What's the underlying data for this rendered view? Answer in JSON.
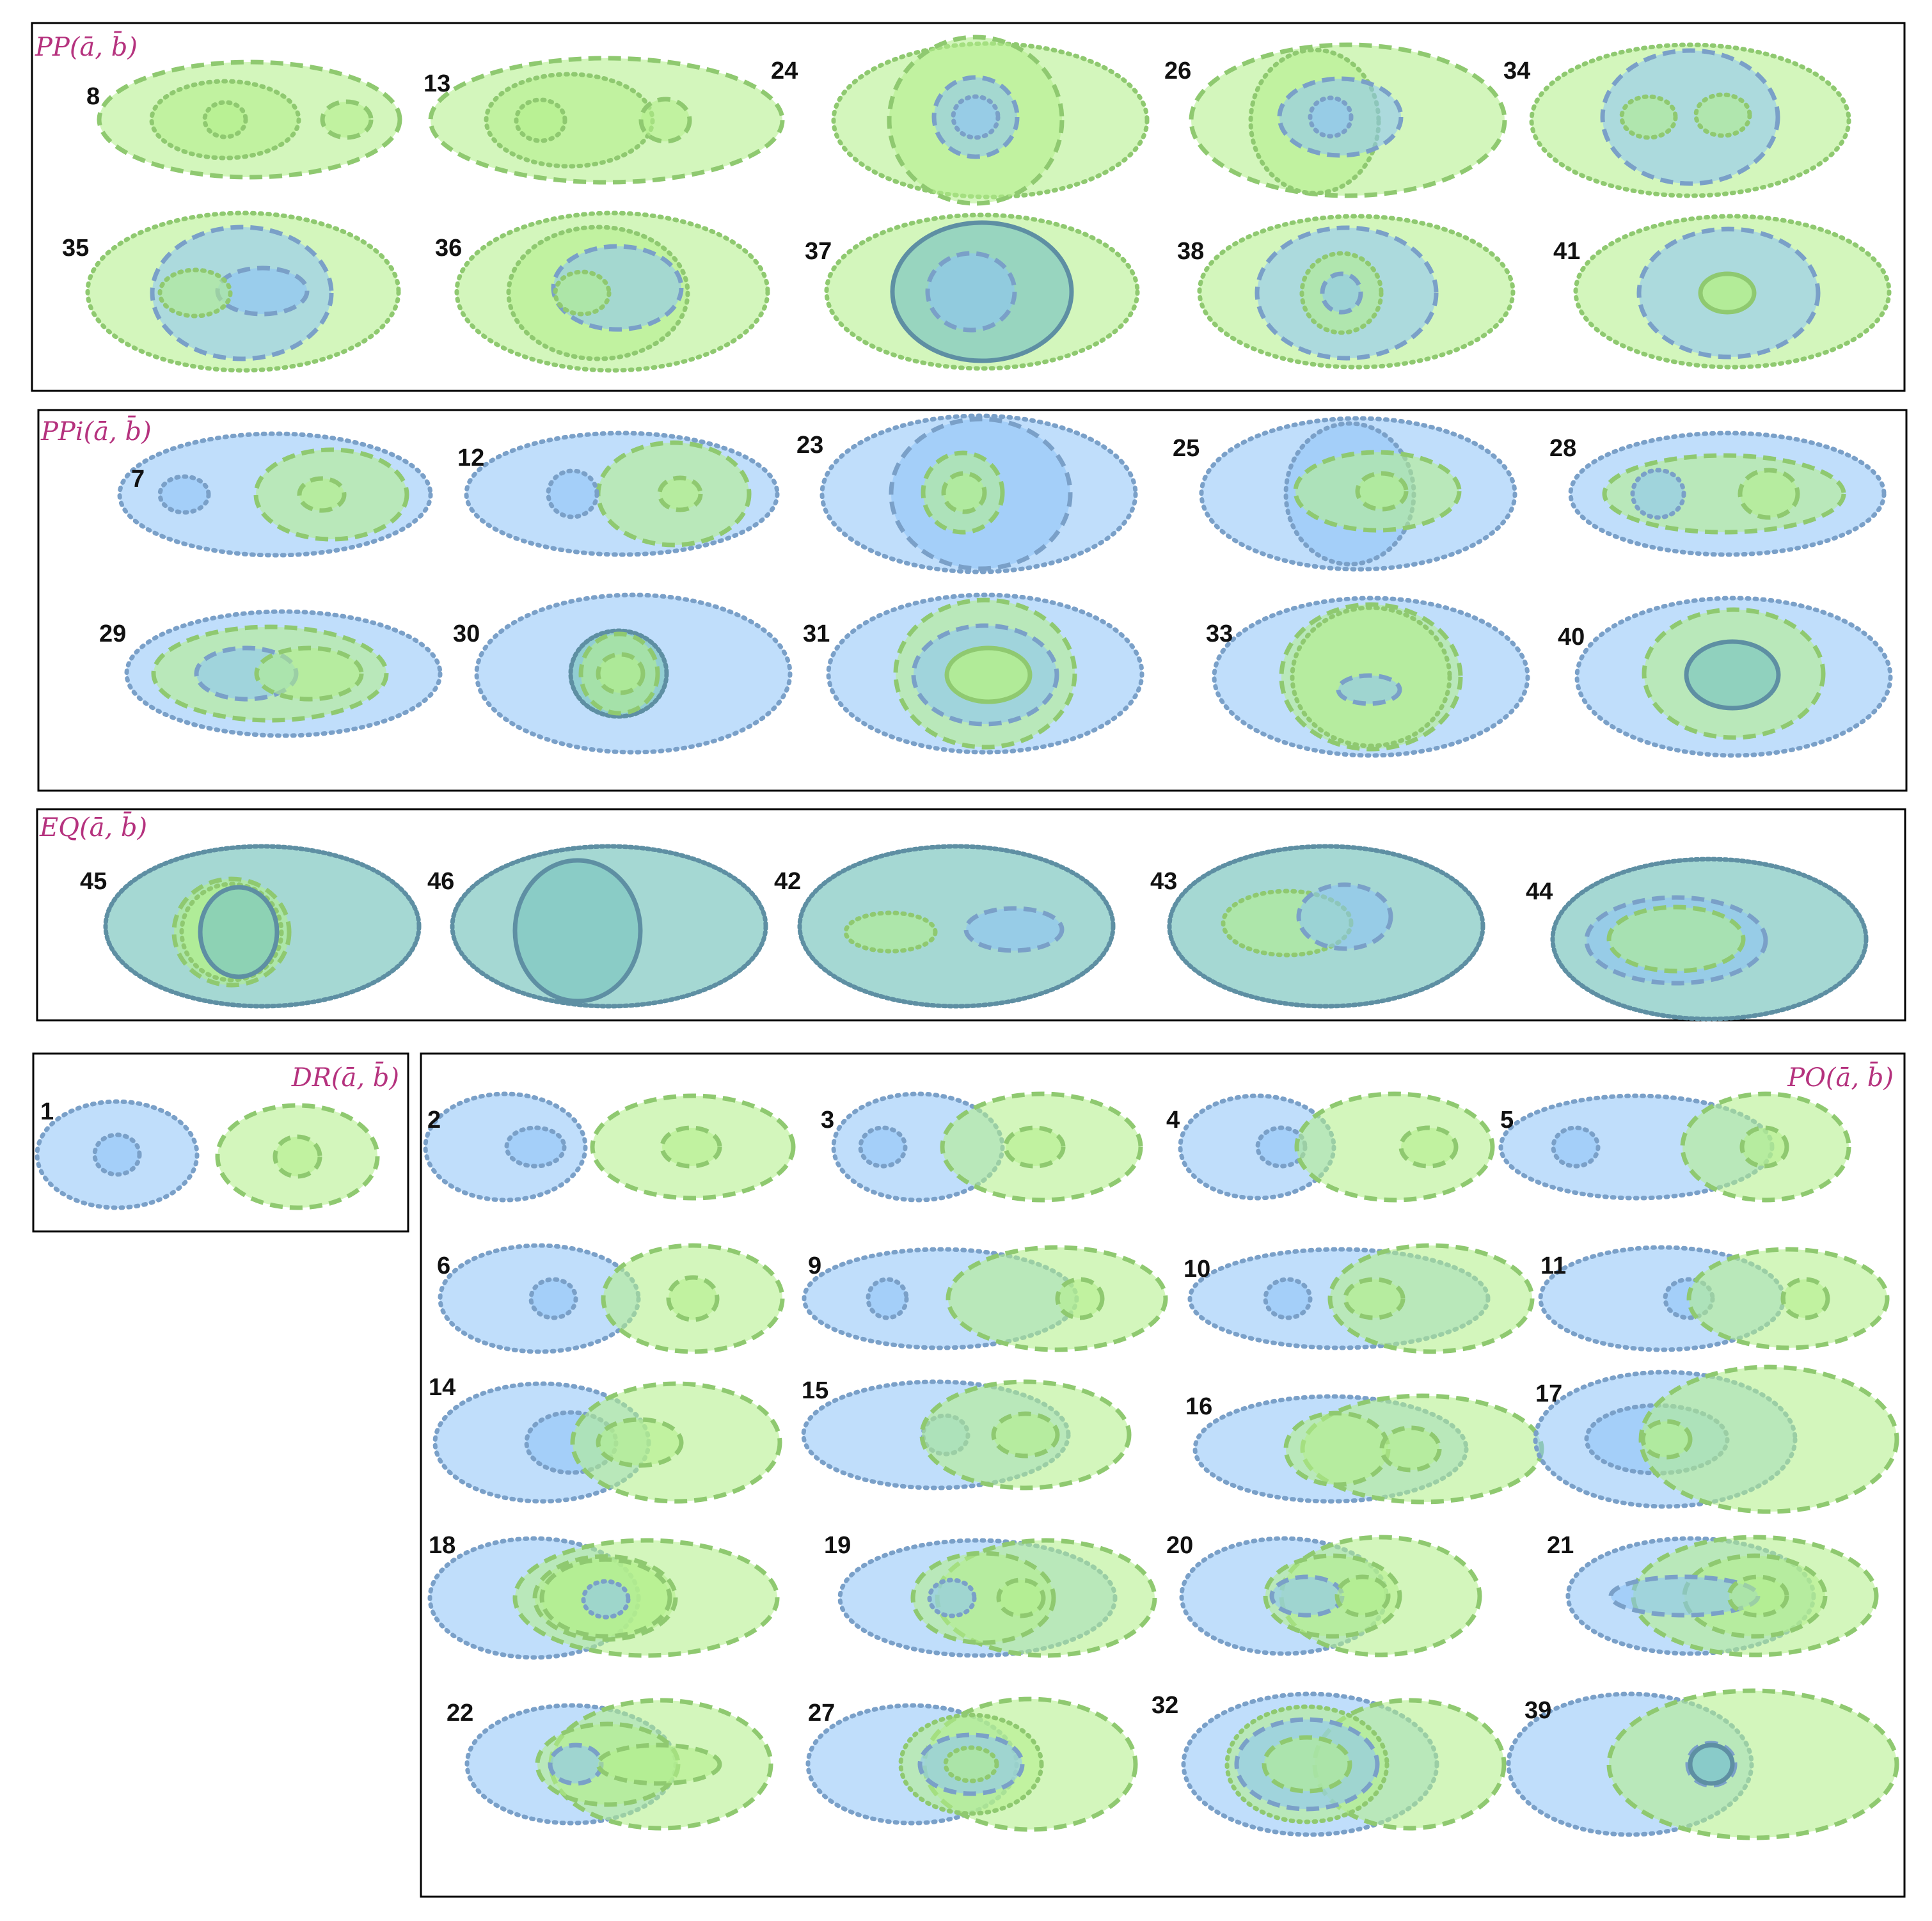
{
  "colors": {
    "blue_fill": "#8cc2f7",
    "blue_stroke": "#7aa0c8",
    "green_fill": "#b4ef8c",
    "green_stroke": "#8fc970",
    "teal_fill": "#7fc7c0",
    "teal_stroke": "#5e8fa3",
    "label": "#b5327e",
    "frame": "#000000"
  },
  "groups": [
    {
      "key": "pp",
      "label": "PP(ā, b̄)",
      "items": [
        "8",
        "13",
        "24",
        "26",
        "34",
        "35",
        "36",
        "37",
        "38",
        "41"
      ]
    },
    {
      "key": "ppi",
      "label": "PPi(ā, b̄)",
      "items": [
        "7",
        "12",
        "23",
        "25",
        "28",
        "29",
        "30",
        "31",
        "33",
        "40"
      ]
    },
    {
      "key": "eq",
      "label": "EQ(ā, b̄)",
      "items": [
        "45",
        "46",
        "42",
        "43",
        "44"
      ]
    },
    {
      "key": "dr",
      "label": "DR(ā, b̄)",
      "items": [
        "1"
      ]
    },
    {
      "key": "po",
      "label": "PO(ā, b̄)",
      "items": [
        "2",
        "3",
        "4",
        "5",
        "6",
        "9",
        "10",
        "11",
        "14",
        "15",
        "16",
        "17",
        "18",
        "19",
        "20",
        "21",
        "22",
        "27",
        "32",
        "39"
      ]
    }
  ]
}
